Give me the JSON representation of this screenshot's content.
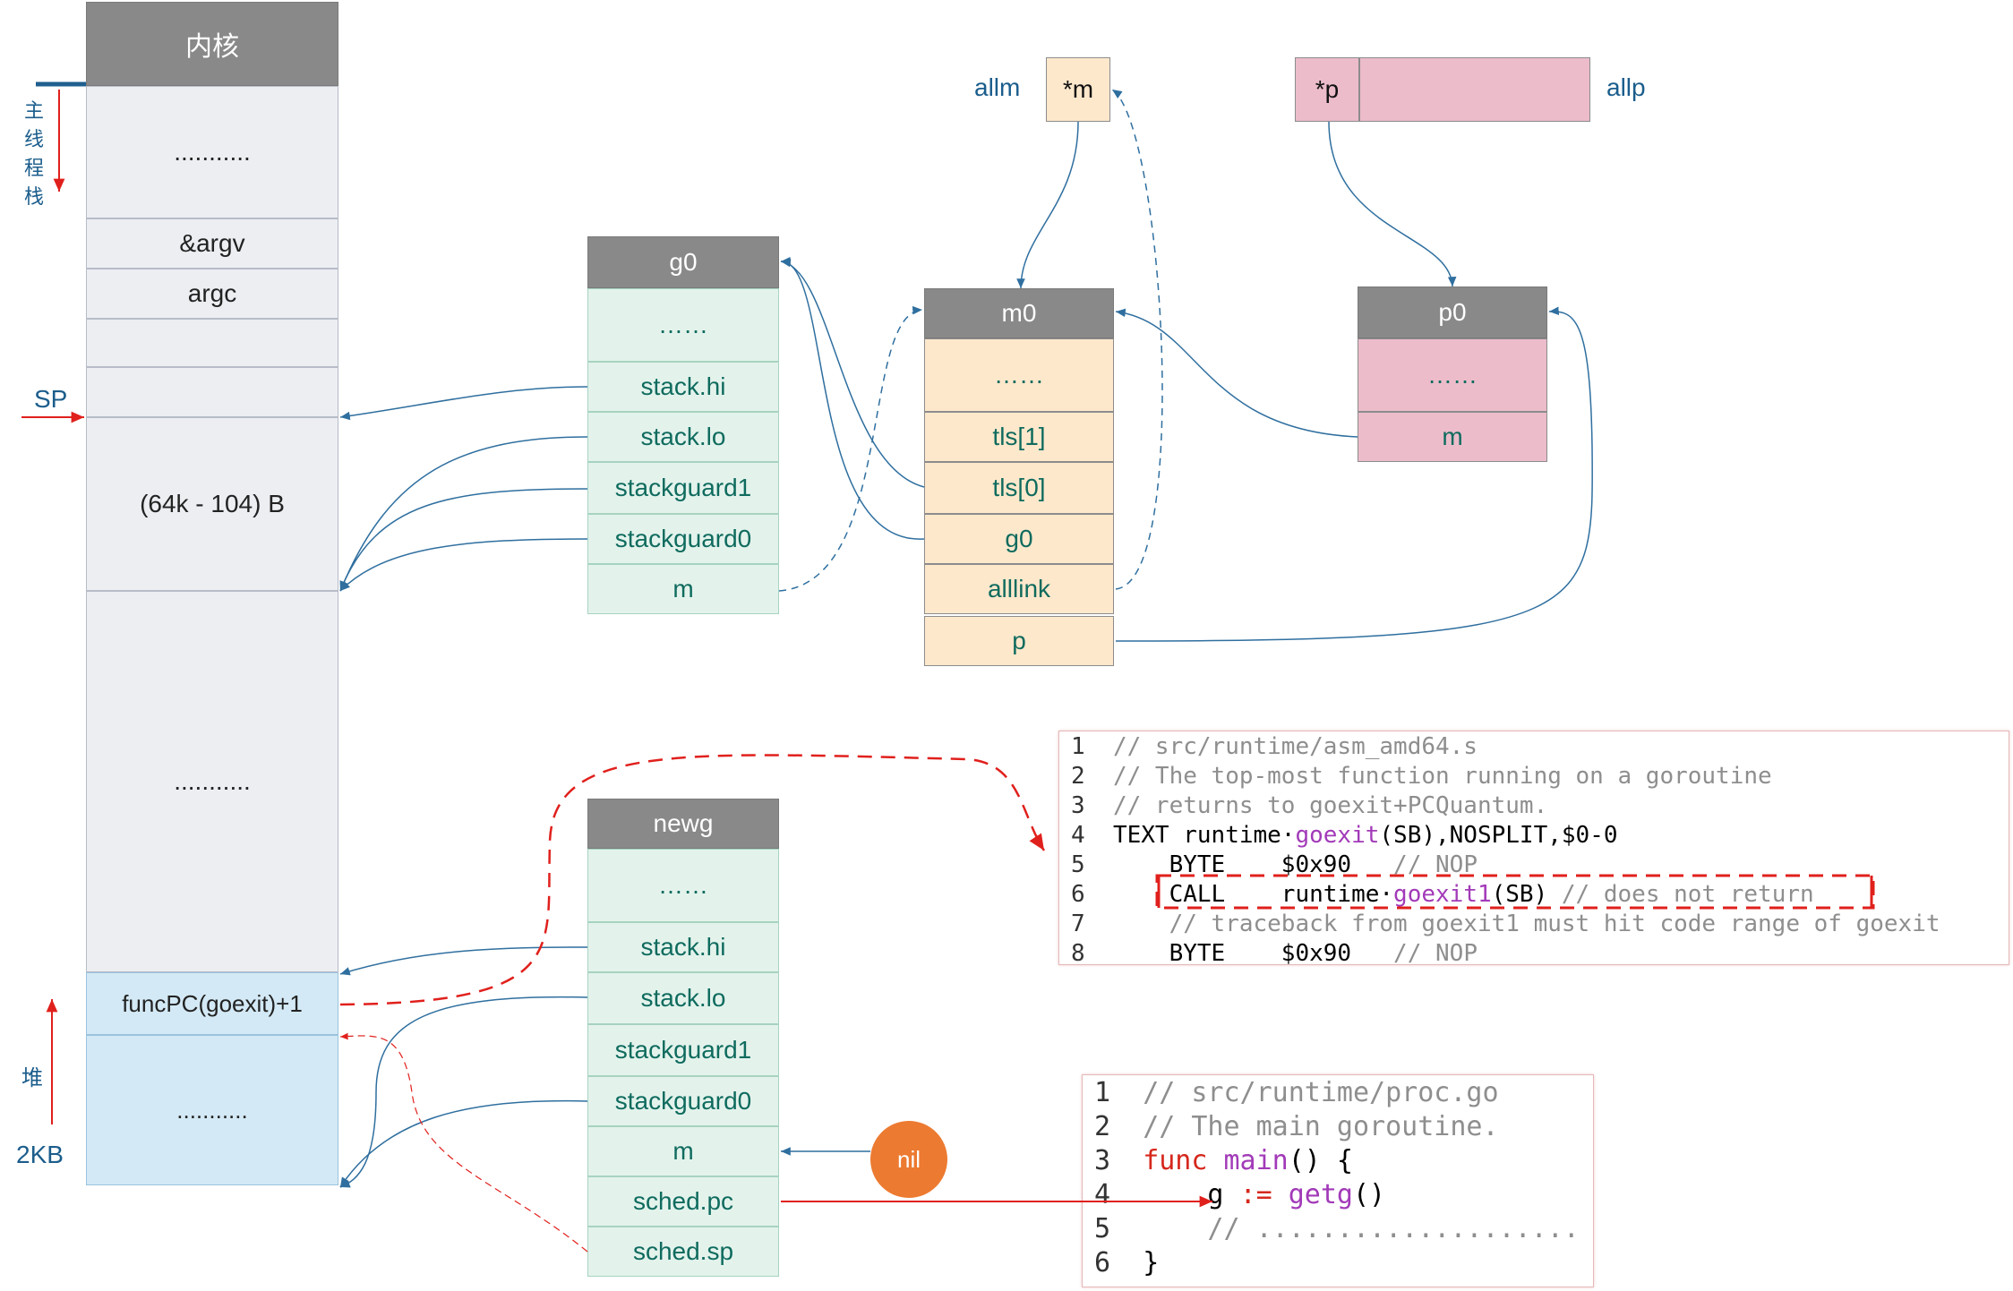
{
  "stack": {
    "header": "内核",
    "label_main_stack": [
      "主",
      "线",
      "程",
      "栈"
    ],
    "dots1": "...........",
    "argv": "&argv",
    "argc": "argc",
    "sp_label": "SP",
    "size": "(64k - 104) B",
    "dots2": "...........",
    "funcpc": "funcPC(goexit)+1",
    "dots3": "...........",
    "heap_label": "堆",
    "heap_size": "2KB"
  },
  "g0": {
    "title": "g0",
    "rows": [
      "……",
      "stack.hi",
      "stack.lo",
      "stackguard1",
      "stackguard0",
      "m"
    ]
  },
  "m0": {
    "title": "m0",
    "rows": [
      "……",
      "tls[1]",
      "tls[0]",
      "g0",
      "alllink",
      "p"
    ]
  },
  "p0": {
    "title": "p0",
    "rows": [
      "……",
      "m"
    ]
  },
  "allm": {
    "label": "allm",
    "value": "*m"
  },
  "allp": {
    "label": "allp",
    "value": "*p"
  },
  "newg": {
    "title": "newg",
    "rows": [
      "……",
      "stack.hi",
      "stack.lo",
      "stackguard1",
      "stackguard0",
      "m",
      "sched.pc",
      "sched.sp"
    ]
  },
  "nil": {
    "label": "nil"
  },
  "code1": {
    "lines": [
      {
        "n": "1",
        "parts": [
          {
            "t": "// src/runtime/asm_amd64.s",
            "c": "cm"
          }
        ]
      },
      {
        "n": "2",
        "parts": [
          {
            "t": "// The top-most function running on a goroutine",
            "c": "cm"
          }
        ]
      },
      {
        "n": "3",
        "parts": [
          {
            "t": "// returns to goexit+PCQuantum.",
            "c": "cm"
          }
        ]
      },
      {
        "n": "4",
        "parts": [
          {
            "t": "TEXT runtime·",
            "c": ""
          },
          {
            "t": "goexit",
            "c": "fn"
          },
          {
            "t": "(SB),NOSPLIT,$0-0",
            "c": ""
          }
        ]
      },
      {
        "n": "5",
        "parts": [
          {
            "t": "    BYTE    $0x90   ",
            "c": ""
          },
          {
            "t": "// NOP",
            "c": "cm"
          }
        ]
      },
      {
        "n": "6",
        "parts": [
          {
            "t": "    CALL    runtime·",
            "c": ""
          },
          {
            "t": "goexit1",
            "c": "fn"
          },
          {
            "t": "(SB) ",
            "c": ""
          },
          {
            "t": "// does not return",
            "c": "cm"
          }
        ]
      },
      {
        "n": "7",
        "parts": [
          {
            "t": "    // traceback from goexit1 must hit code range of goexit",
            "c": "cm"
          }
        ]
      },
      {
        "n": "8",
        "parts": [
          {
            "t": "    BYTE    $0x90   ",
            "c": ""
          },
          {
            "t": "// NOP",
            "c": "cm"
          }
        ]
      }
    ]
  },
  "code2": {
    "lines": [
      {
        "n": "1",
        "parts": [
          {
            "t": "// src/runtime/proc.go",
            "c": "cm"
          }
        ]
      },
      {
        "n": "2",
        "parts": [
          {
            "t": "// The main goroutine.",
            "c": "cm"
          }
        ]
      },
      {
        "n": "3",
        "parts": [
          {
            "t": "func",
            "c": "kw"
          },
          {
            "t": " main",
            "c": "fn"
          },
          {
            "t": "() {",
            "c": ""
          }
        ]
      },
      {
        "n": "4",
        "parts": [
          {
            "t": "    g ",
            "c": ""
          },
          {
            "t": ":=",
            "c": "kw"
          },
          {
            "t": " getg",
            "c": "fn"
          },
          {
            "t": "()",
            "c": ""
          }
        ]
      },
      {
        "n": "5",
        "parts": [
          {
            "t": "    // ",
            "c": "cm"
          },
          {
            "t": "....................",
            "c": "cm"
          }
        ]
      },
      {
        "n": "6",
        "parts": [
          {
            "t": "}",
            "c": ""
          }
        ]
      }
    ]
  }
}
